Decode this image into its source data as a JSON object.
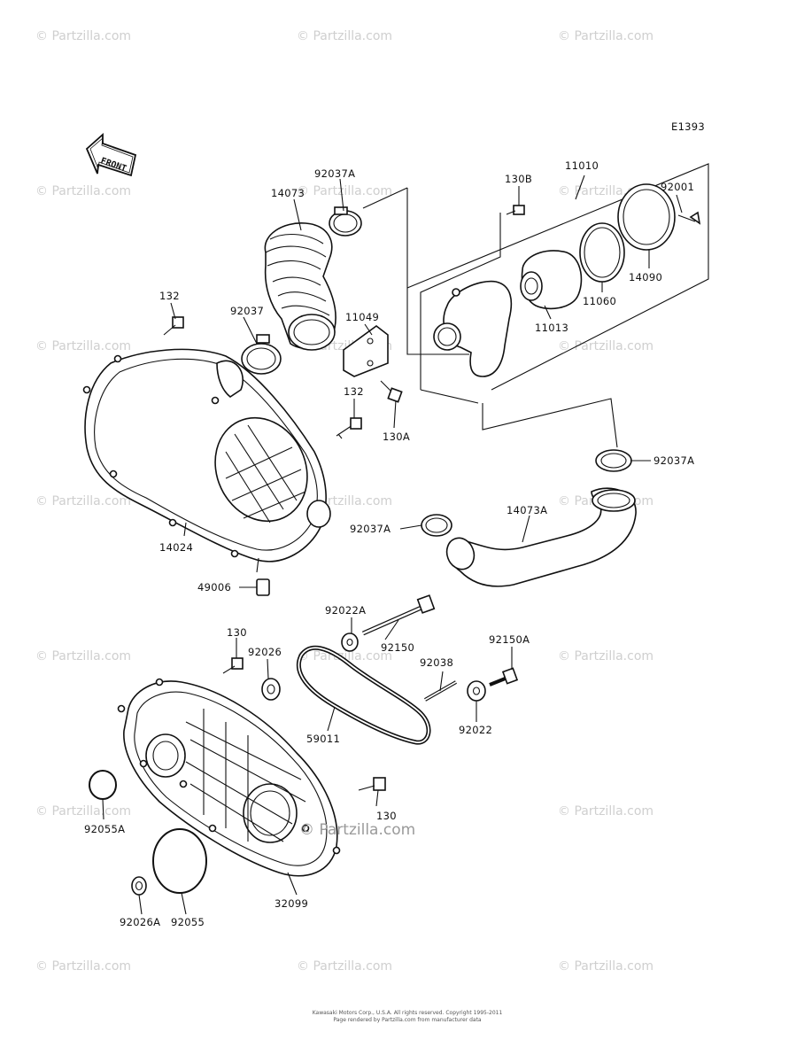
{
  "diagram_code": "E1393",
  "front_label": "FRONT",
  "watermark_text": "© Partzilla.com",
  "center_watermark": "© Partzilla.com",
  "parts": {
    "p14073": "14073",
    "p92037A_top": "92037A",
    "p130B": "130B",
    "p11010": "11010",
    "p92001": "92001",
    "p14090": "14090",
    "p11060": "11060",
    "p11013": "11013",
    "p11049": "11049",
    "p132_top": "132",
    "p92037": "92037",
    "p132_mid": "132",
    "p130A": "130A",
    "p92037A_right": "92037A",
    "p14073A": "14073A",
    "p92037A_left": "92037A",
    "p14024": "14024",
    "p49006": "49006",
    "p92022A": "92022A",
    "p92150": "92150",
    "p130_top": "130",
    "p92026": "92026",
    "p92038": "92038",
    "p92150A": "92150A",
    "p92022": "92022",
    "p59011": "59011",
    "p130_mid": "130",
    "p92055A": "92055A",
    "p32099": "32099",
    "p92026A": "92026A",
    "p92055": "92055"
  },
  "footer": {
    "line1": "Kawasaki Motors Corp., U.S.A. All rights reserved. Copyright 1995-2011",
    "line2": "Page rendered by Partzilla.com from manufacturer data"
  }
}
